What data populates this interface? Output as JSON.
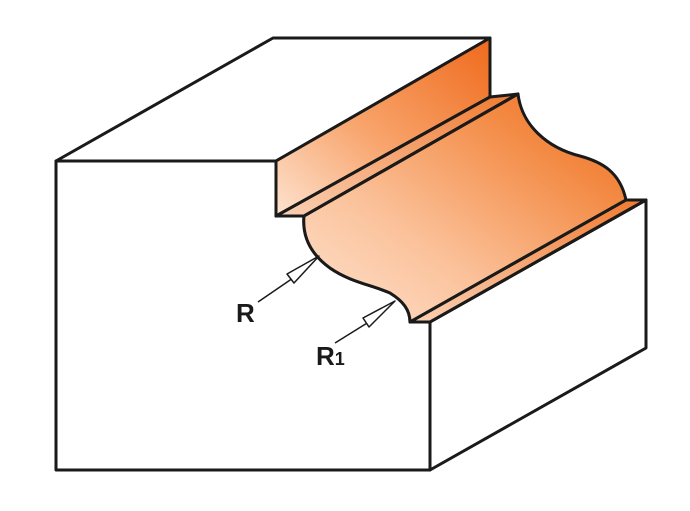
{
  "labels": {
    "r": "R",
    "r1_main": "R",
    "r1_sub": "1"
  },
  "colors": {
    "outline": "#1a1a1a",
    "face": "#ffffff",
    "profile_light": "#fde3d0",
    "profile_mid": "#f8a46c",
    "profile_dark": "#ef6a1c"
  }
}
